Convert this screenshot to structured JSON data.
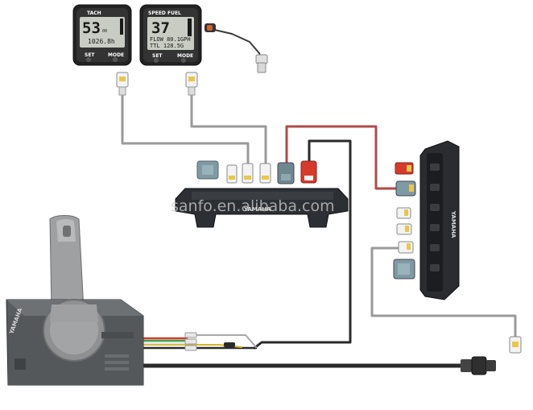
{
  "gauge_left": {
    "title": "TACH",
    "big": "53",
    "unit": "00",
    "line2": "1026.8h",
    "btn_left": "SET",
    "btn_right": "MODE"
  },
  "gauge_right": {
    "title": "SPEED FUEL",
    "big": "37",
    "line2": "FLOW 80.1GPH",
    "line3": "TTL 128.5G",
    "btn_left": "SET",
    "btn_right": "MODE"
  },
  "junction_box_brand": "YAMAHA",
  "switch_panel_brand": "YAMAHA",
  "control_box_brand": "YAMAHA",
  "watermark": "sanfo.en.alibaba.com",
  "colors": {
    "wire_gray": "#9a9a9a",
    "wire_red": "#b14a4a",
    "wire_black": "#2a2a2a",
    "connector_yellow": "#e8c84a",
    "connector_red": "#d63a2a",
    "connector_teal": "#7f9aa3"
  }
}
